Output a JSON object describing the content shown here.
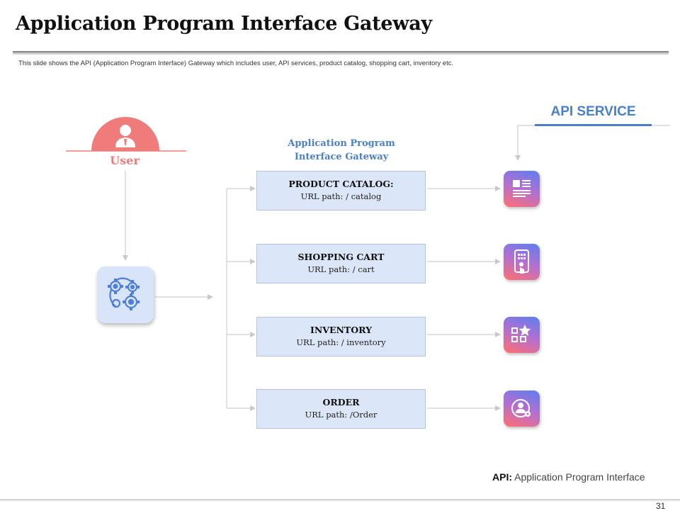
{
  "slide": {
    "title": "Application Program Interface Gateway",
    "subtitle": "This slide shows the API (Application Program Interface) Gateway which includes user, API services, product catalog, shopping cart, inventory etc.",
    "page_number": "31"
  },
  "user": {
    "label": "User",
    "icon": "user-icon",
    "color": "#ef7d7d"
  },
  "gateway": {
    "title_line1": "Application Program",
    "title_line2": "Interface Gateway",
    "icon": "gears-icon",
    "items": [
      {
        "name": "PRODUCT CATALOG:",
        "url": "URL path: / catalog",
        "service_icon": "catalog-icon"
      },
      {
        "name": "SHOPPING CART",
        "url": "URL path: / cart",
        "service_icon": "mobile-cart-icon"
      },
      {
        "name": "INVENTORY",
        "url": "URL path: / inventory",
        "service_icon": "inventory-icon"
      },
      {
        "name": "ORDER",
        "url": "URL path: /Order",
        "service_icon": "order-icon"
      }
    ]
  },
  "api_service": {
    "label": "API SERVICE",
    "color": "#4a80c8"
  },
  "footer": {
    "term": "API:",
    "definition": " Application Program Interface"
  }
}
